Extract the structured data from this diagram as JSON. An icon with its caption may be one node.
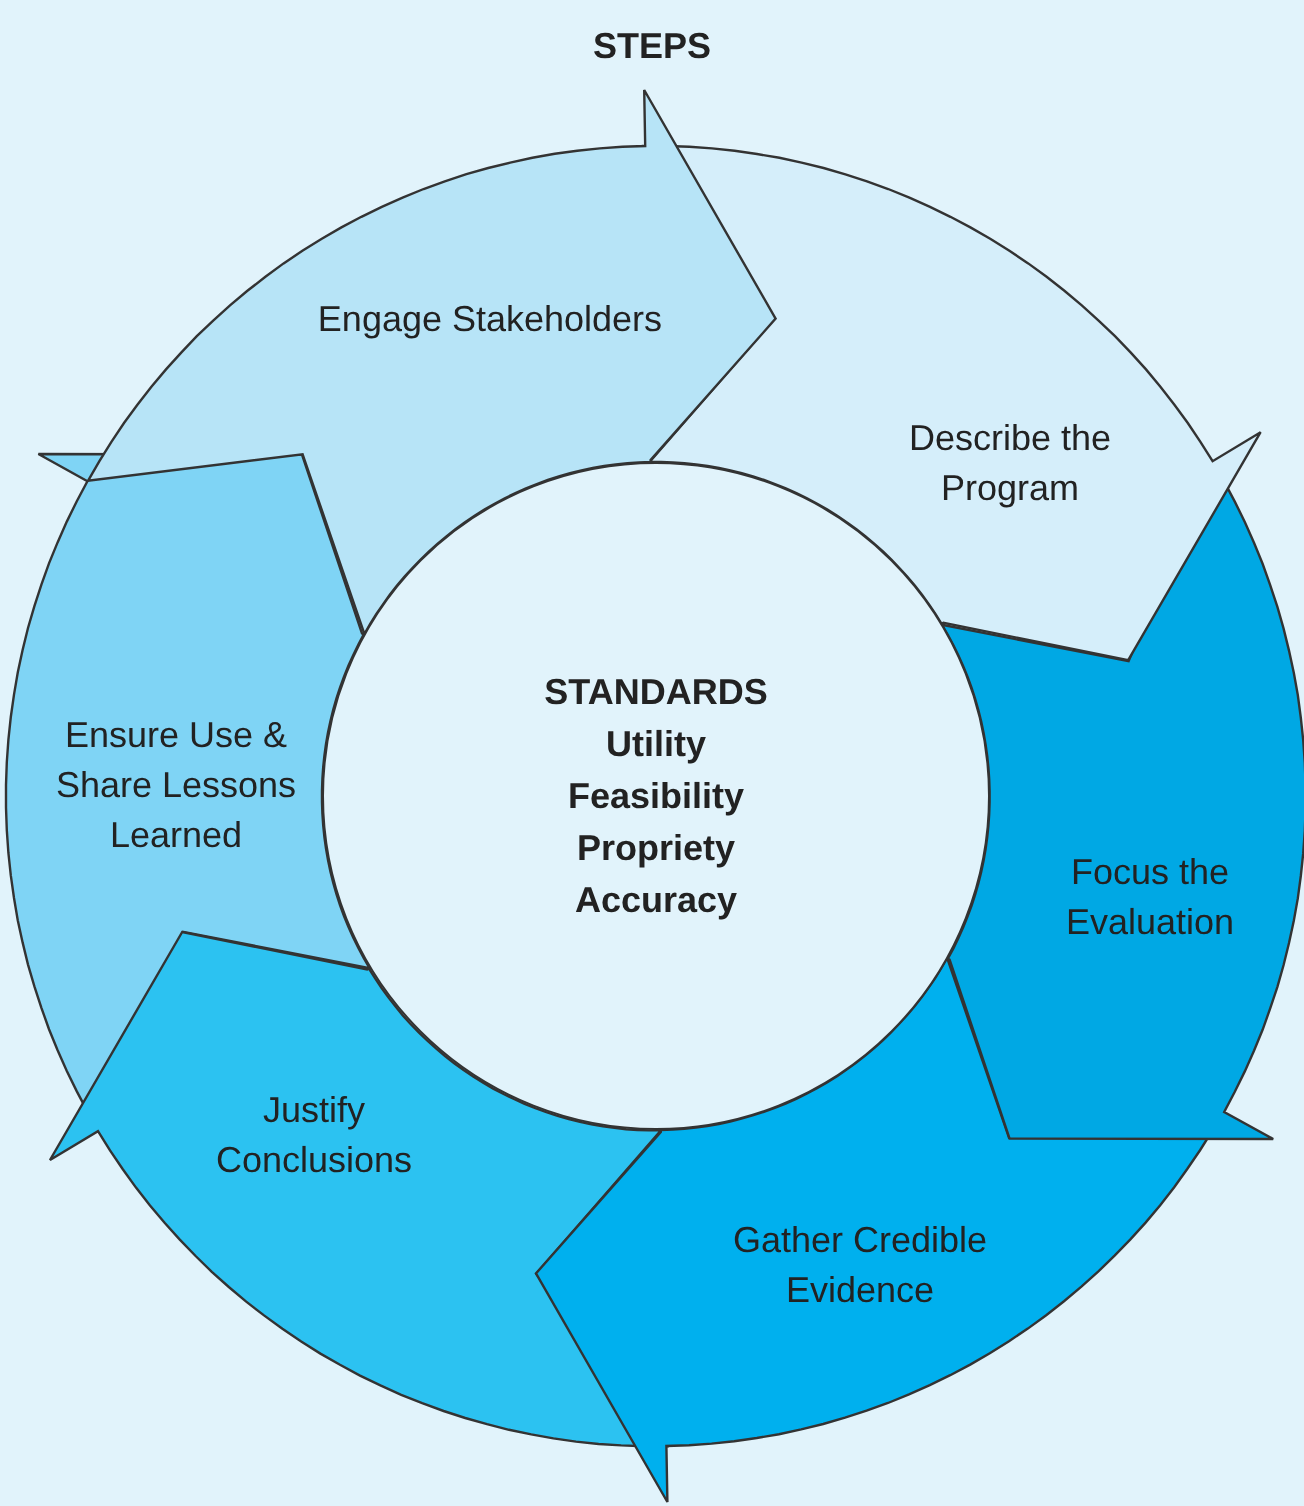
{
  "diagram": {
    "title": "STEPS",
    "nodes": [
      {
        "text": [
          "Engage Stakeholders"
        ]
      },
      {
        "text": [
          "Describe the Program"
        ]
      },
      {
        "text": [
          "Focus the Evaluation"
        ]
      },
      {
        "text": [
          "Gather Credible Evidence"
        ]
      },
      {
        "text": [
          "Justify Conclusions"
        ]
      },
      {
        "text": [
          "Ensure Use & Share Lessons Learned"
        ]
      },
      {
        "text": [
          "STANDARDS",
          "Utility",
          "Feasibility",
          "Propriety",
          "Accuracy"
        ]
      }
    ]
  }
}
